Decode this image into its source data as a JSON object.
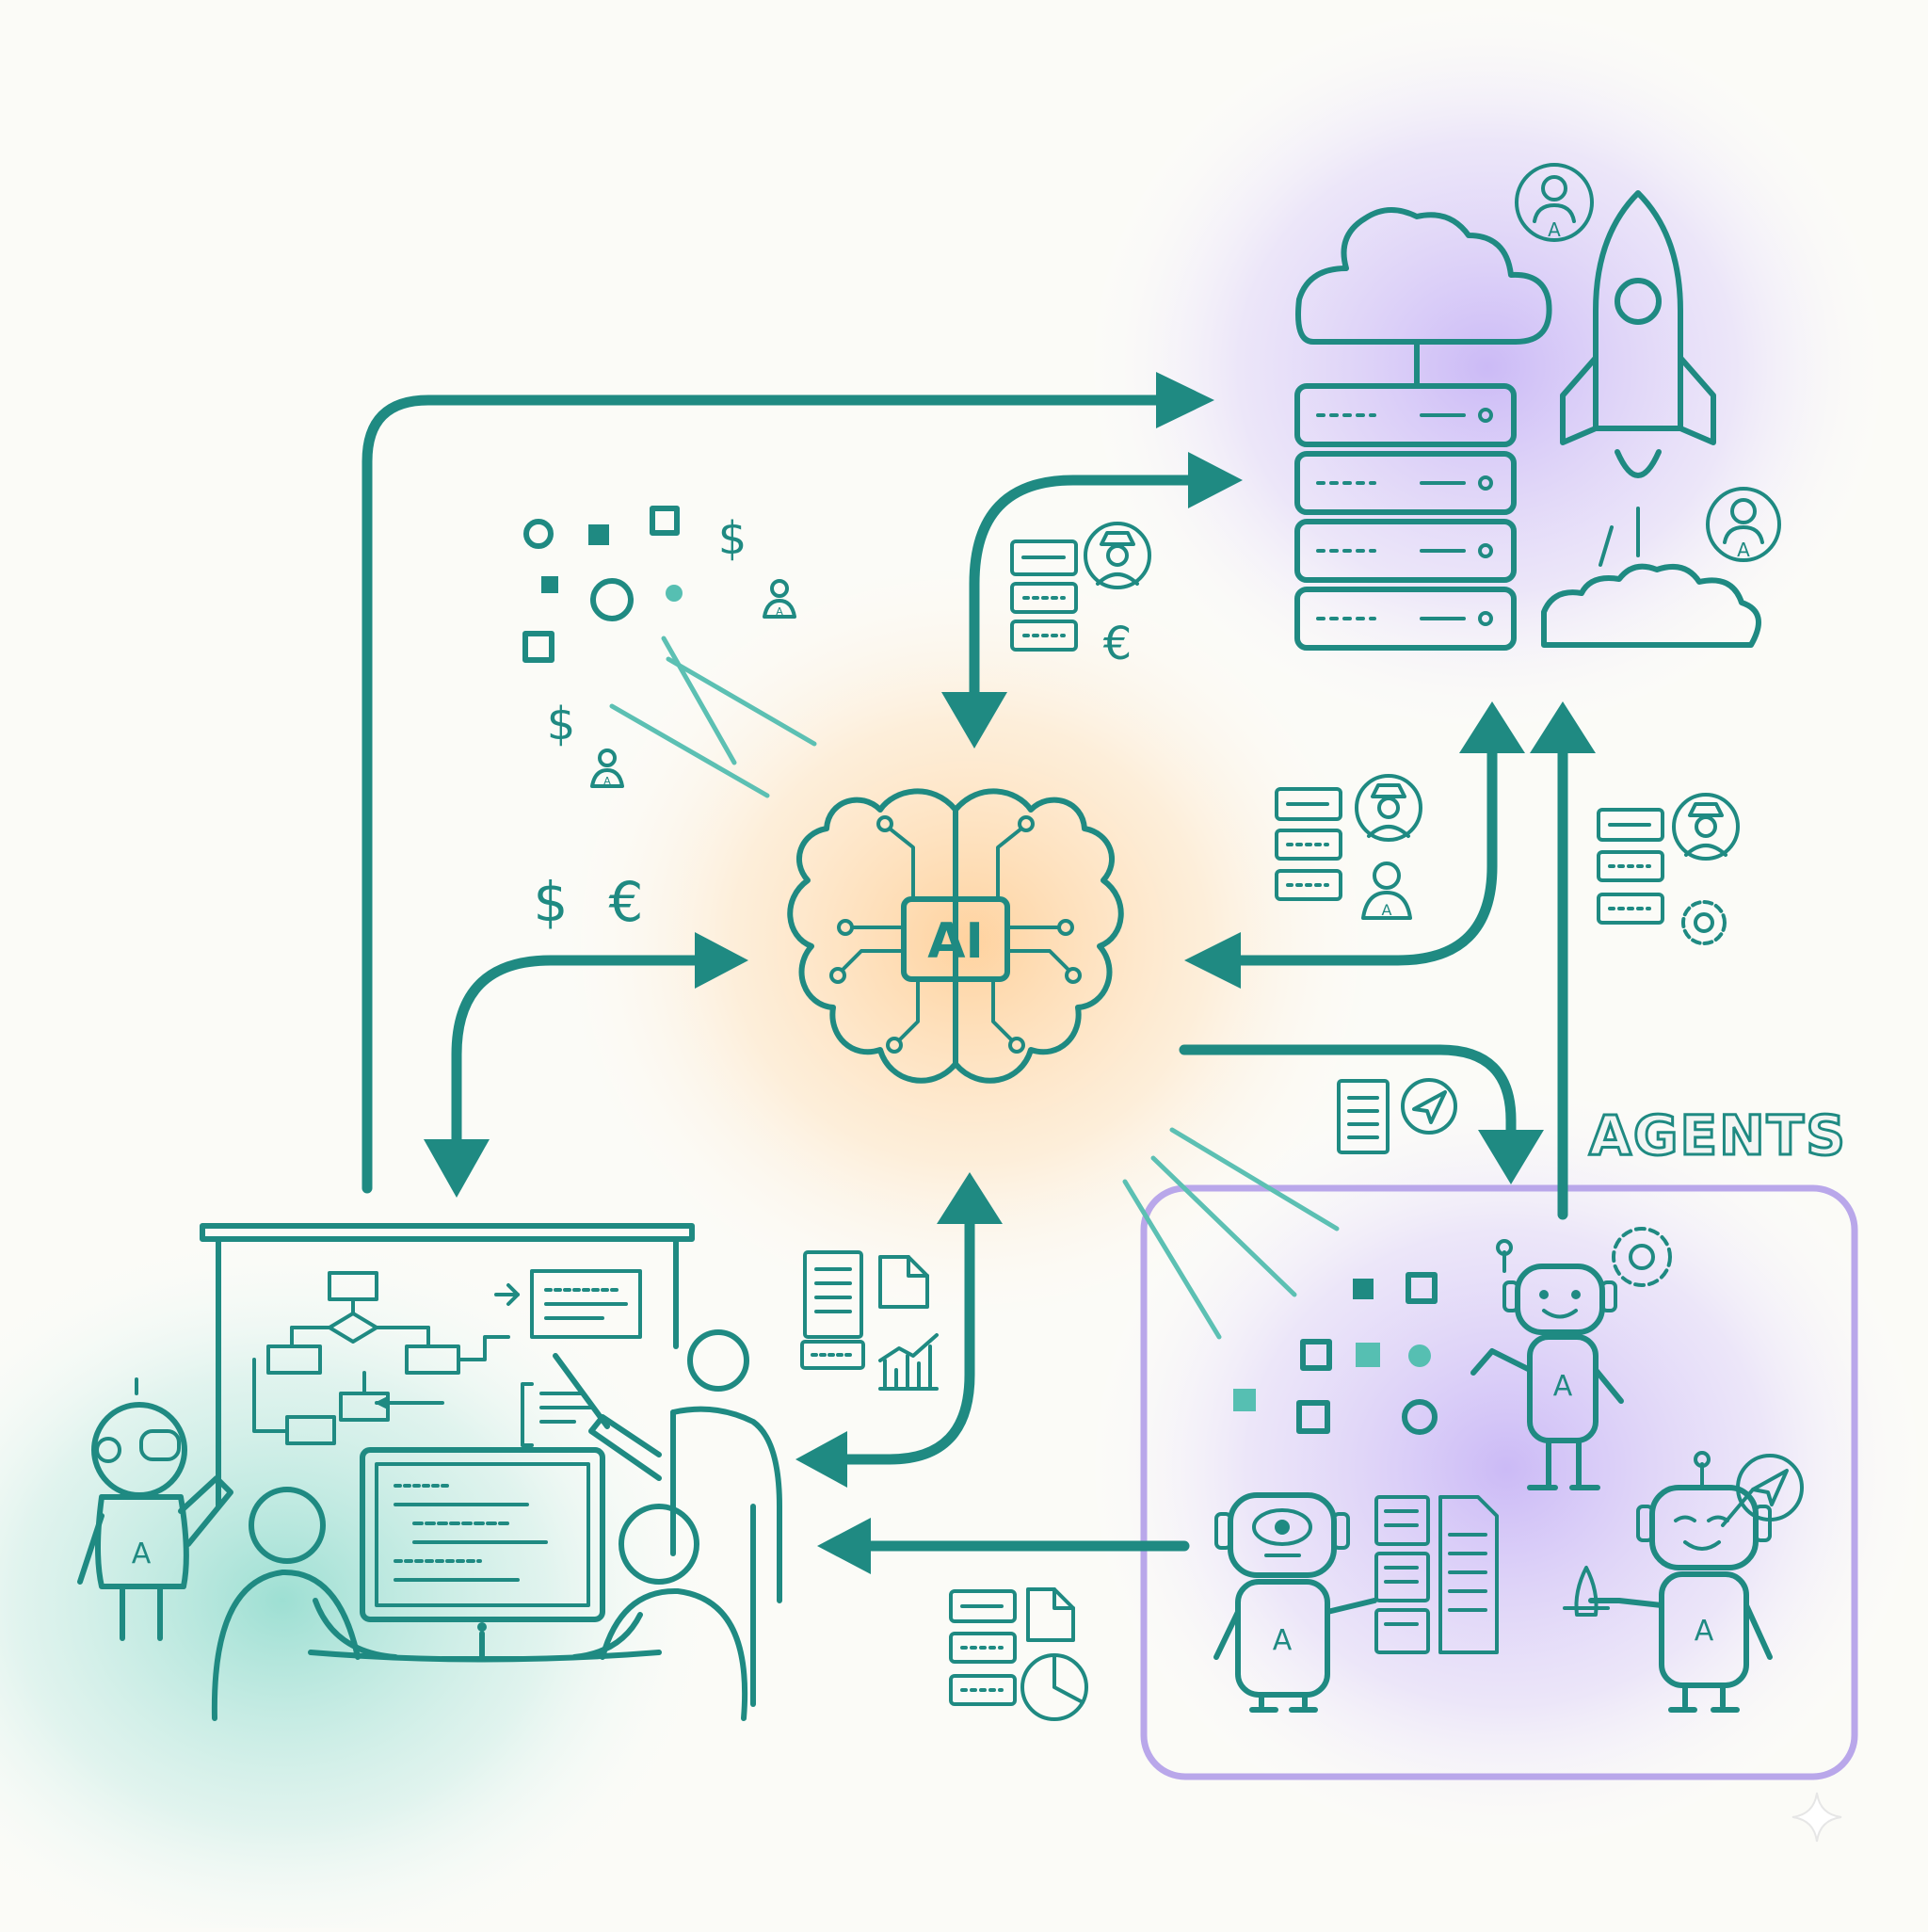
{
  "hub": {
    "label": "AI"
  },
  "agents_panel": {
    "label": "AGENTS"
  },
  "currency": {
    "dollar": "$",
    "euro": "€"
  },
  "glyphs": {
    "agent_letter": "A"
  },
  "colors": {
    "teal": "#1f8a82",
    "light_teal": "#56bfb2",
    "purple_border": "#b9a7ea",
    "glow_orange": "#ffd9a8",
    "glow_purple": "#cdbdf5",
    "glow_teal": "#9fded4"
  }
}
